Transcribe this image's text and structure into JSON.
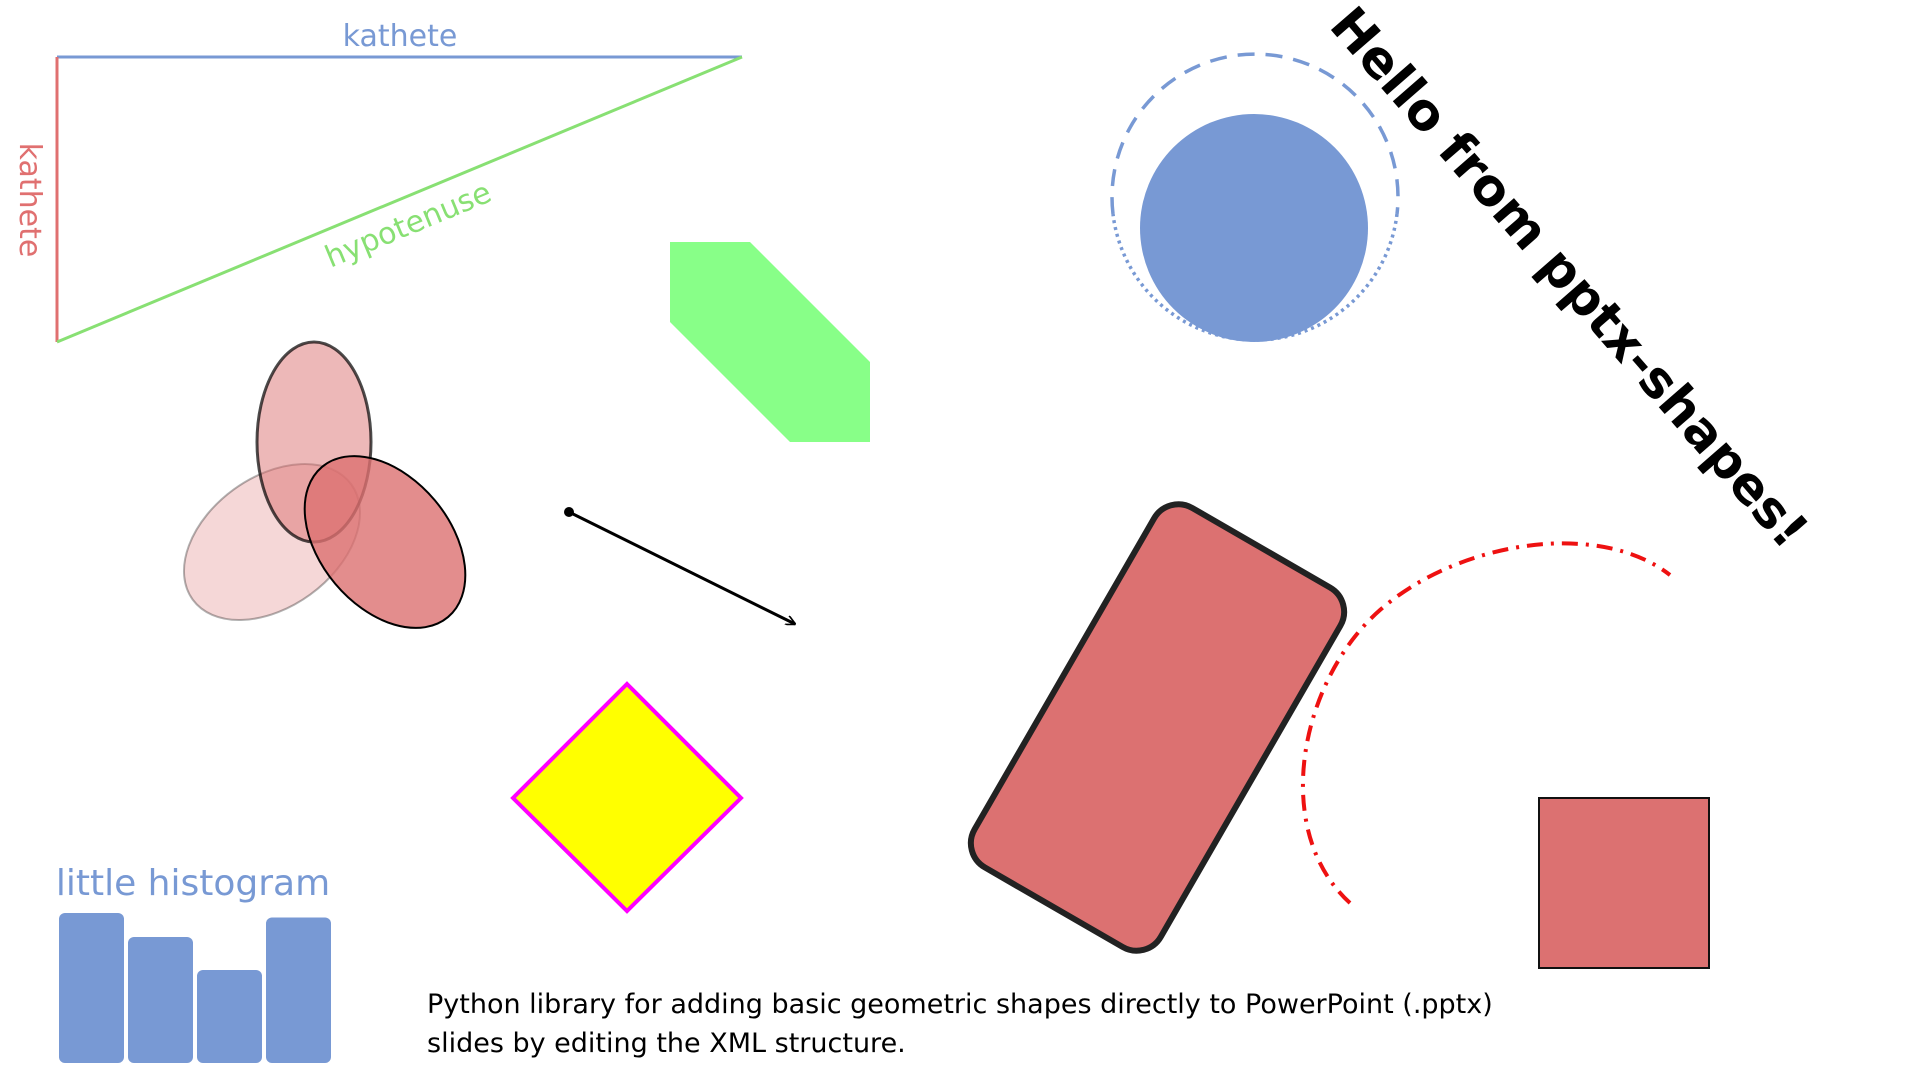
{
  "triangle": {
    "top_label": "kathete",
    "side_label": "kathete",
    "hypotenuse_label": "hypotenuse"
  },
  "histogram": {
    "title": "little histogram",
    "values": [
      1.0,
      0.84,
      0.62,
      0.97
    ]
  },
  "headline": "Hello from pptx-shapes!",
  "description": {
    "line1": "Python library for adding basic geometric shapes directly to PowerPoint (.pptx)",
    "line2": "slides by editing the XML structure."
  },
  "colors": {
    "blue": "#7899d4",
    "red_fill": "#dc7171",
    "green_line": "#88e073",
    "green_fill": "#88ff88",
    "kathete_red": "#e07070",
    "yellow": "#ffff00",
    "magenta": "#ff00ff",
    "arc_red": "#ee1111"
  }
}
